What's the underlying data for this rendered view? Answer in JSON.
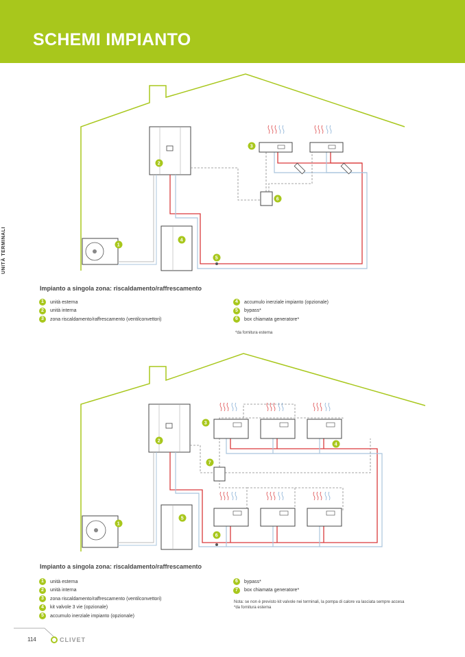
{
  "header": {
    "title": "SCHEMI IMPIANTO"
  },
  "side_label": "UNITÀ TERMINALI",
  "scheme1": {
    "caption": "Impianto a singola zona: riscaldamento/raffrescamento",
    "legend_left": [
      {
        "n": "1",
        "text": "unità esterna"
      },
      {
        "n": "2",
        "text": "unità interna"
      },
      {
        "n": "3",
        "text": "zona riscaldamento/raffrescamento (ventilconvettori)"
      }
    ],
    "legend_right": [
      {
        "n": "4",
        "text": "accumulo inerziale impianto (opzionale)"
      },
      {
        "n": "5",
        "text": "bypass*"
      },
      {
        "n": "6",
        "text": "box chiamata generatore*"
      }
    ],
    "note": "*da fornitura esterna"
  },
  "scheme2": {
    "caption": "Impianto a singola zona: riscaldamento/raffrescamento",
    "legend_left": [
      {
        "n": "1",
        "text": "unità esterna"
      },
      {
        "n": "2",
        "text": "unità interna"
      },
      {
        "n": "3",
        "text": "zona riscaldamento/raffrescamento (ventilconvettori)"
      },
      {
        "n": "4",
        "text": "kit valvole 3 vie (opzionale)"
      },
      {
        "n": "5",
        "text": "accumulo inerziale impianto (opzionale)"
      }
    ],
    "legend_right": [
      {
        "n": "6",
        "text": "bypass*"
      },
      {
        "n": "7",
        "text": "box chiamata generatore*"
      }
    ],
    "note_line1": "Nota: se non è previsto kit valvole nei terminali, la pompa di calore va lasciata sempre accesa",
    "note_line2": "*da fornitura esterna"
  },
  "footer": {
    "page_number": "114",
    "brand": "CLIVET"
  },
  "colors": {
    "accent": "#a8c71c",
    "pipe_hot": "#d9383a",
    "pipe_cold": "#a9c4dd",
    "signal": "#888888"
  }
}
